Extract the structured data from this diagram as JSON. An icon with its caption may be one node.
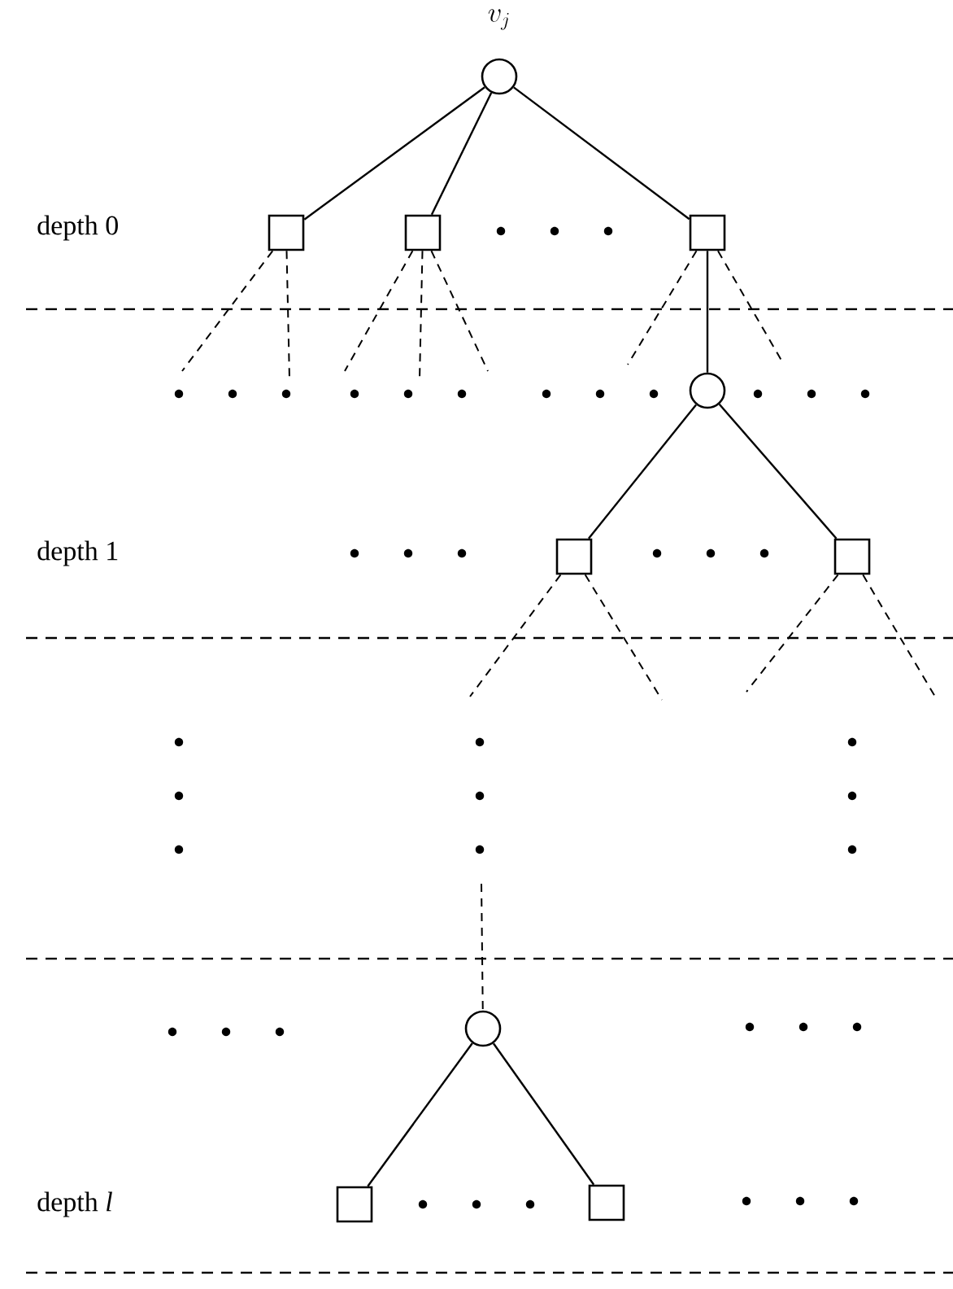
{
  "diagram": {
    "nodes": [
      {
        "text": [],
        "shape": "circle",
        "beside": [
          "v_j"
        ]
      },
      {
        "text": [],
        "shape": "box"
      },
      {
        "text": [],
        "shape": "box"
      },
      {
        "text": [],
        "shape": "box"
      },
      {
        "text": [],
        "shape": "circle"
      },
      {
        "text": [],
        "shape": "box"
      },
      {
        "text": [],
        "shape": "box"
      },
      {
        "text": [],
        "shape": "circle"
      },
      {
        "text": [],
        "shape": "box"
      },
      {
        "text": [],
        "shape": "box"
      }
    ],
    "edges": [
      {
        "from": 0,
        "to": 1,
        "arrow": "none"
      },
      {
        "from": 0,
        "to": 2,
        "arrow": "none"
      },
      {
        "from": 0,
        "to": 3,
        "arrow": "none"
      },
      {
        "from": 1,
        "to": null,
        "arrow": "none",
        "style": "dashed"
      },
      {
        "from": 1,
        "to": null,
        "arrow": "none",
        "style": "dashed"
      },
      {
        "from": 2,
        "to": null,
        "arrow": "none",
        "style": "dashed"
      },
      {
        "from": 2,
        "to": null,
        "arrow": "none",
        "style": "dashed"
      },
      {
        "from": 2,
        "to": null,
        "arrow": "none",
        "style": "dashed"
      },
      {
        "from": 3,
        "to": null,
        "arrow": "none",
        "style": "dashed"
      },
      {
        "from": 3,
        "to": 4,
        "arrow": "none"
      },
      {
        "from": 3,
        "to": null,
        "arrow": "none",
        "style": "dashed"
      },
      {
        "from": 4,
        "to": 5,
        "arrow": "none"
      },
      {
        "from": 4,
        "to": 6,
        "arrow": "none"
      },
      {
        "from": 5,
        "to": null,
        "arrow": "none",
        "style": "dashed"
      },
      {
        "from": 5,
        "to": null,
        "arrow": "none",
        "style": "dashed"
      },
      {
        "from": 6,
        "to": null,
        "arrow": "none",
        "style": "dashed"
      },
      {
        "from": 6,
        "to": null,
        "arrow": "none",
        "style": "dashed"
      },
      {
        "from": null,
        "to": 7,
        "arrow": "none",
        "style": "dashed"
      },
      {
        "from": 7,
        "to": 8,
        "arrow": "none"
      },
      {
        "from": 7,
        "to": 9,
        "arrow": "none"
      }
    ],
    "labels": [
      "depth 0",
      "depth 1",
      "depth *l*"
    ]
  }
}
